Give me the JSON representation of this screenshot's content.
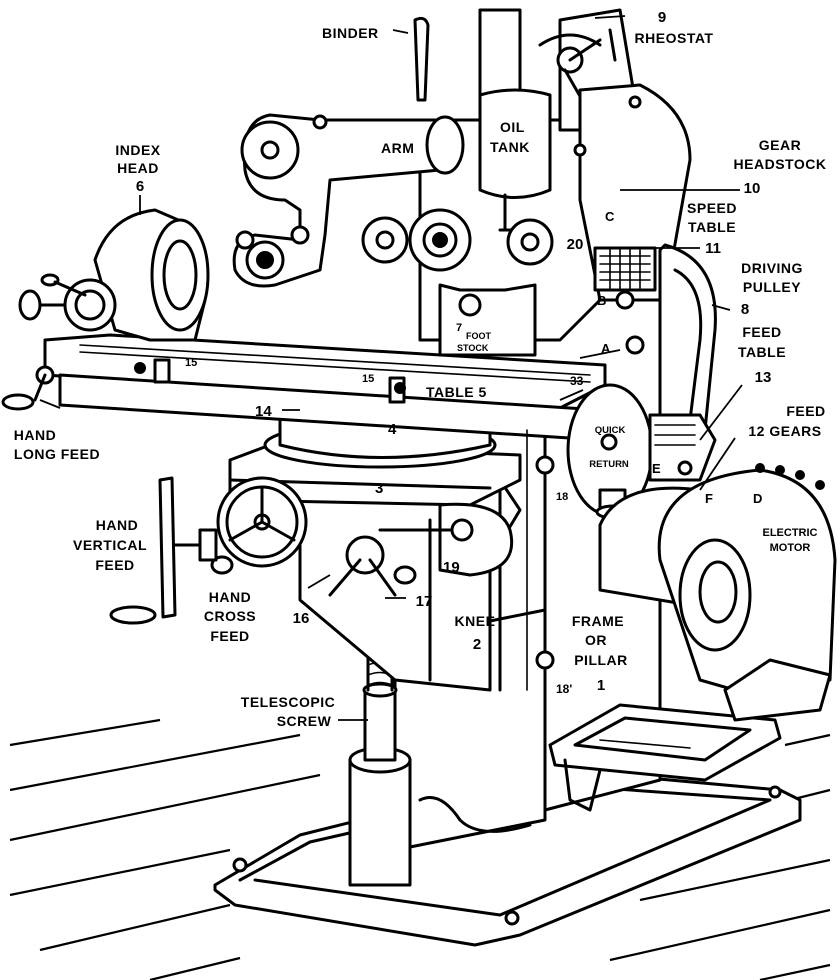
{
  "labels": {
    "binder": "BINDER",
    "num9": "9",
    "rheostat": "RHEOSTAT",
    "index": "INDEX",
    "head": "HEAD",
    "num6": "6",
    "arm": "ARM",
    "oil": "OIL",
    "tank": "TANK",
    "gear": "GEAR",
    "headstock": "HEADSTOCK",
    "num10": "10",
    "speed": "SPEED",
    "table_word": "TABLE",
    "num11": "11",
    "num20": "20",
    "letter_c": "C",
    "letter_b": "B",
    "letter_a": "A",
    "num7": "7",
    "foot": "FOOT",
    "stock": "STOCK",
    "driving": "DRIVING",
    "pulley": "PULLEY",
    "num8": "8",
    "feed": "FEED",
    "table2": "TABLE",
    "num13": "13",
    "num15a": "15",
    "num15b": "15",
    "table5": "TABLE 5",
    "num33": "33",
    "hand": "HAND",
    "long_feed": "LONG FEED",
    "num14": "14",
    "num4": "4",
    "quick": "QUICK",
    "return": "RETURN",
    "feed2": "FEED",
    "num12_gears": "12 GEARS",
    "letter_e": "E",
    "num3": "3",
    "num18": "18",
    "letter_f": "F",
    "letter_d": "D",
    "electric": "ELECTRIC",
    "motor": "MOTOR",
    "hand2": "HAND",
    "vertical": "VERTICAL",
    "feed3": "FEED",
    "num19": "19",
    "hand3": "HAND",
    "cross": "CROSS",
    "feed4": "FEED",
    "num16": "16",
    "num17": "17",
    "knee": "KNEE",
    "num2": "2",
    "frame": "FRAME",
    "or": "OR",
    "pillar": "PILLAR",
    "num1": "1",
    "num18p": "18'",
    "telescopic": "TELESCOPIC",
    "screw": "SCREW"
  }
}
